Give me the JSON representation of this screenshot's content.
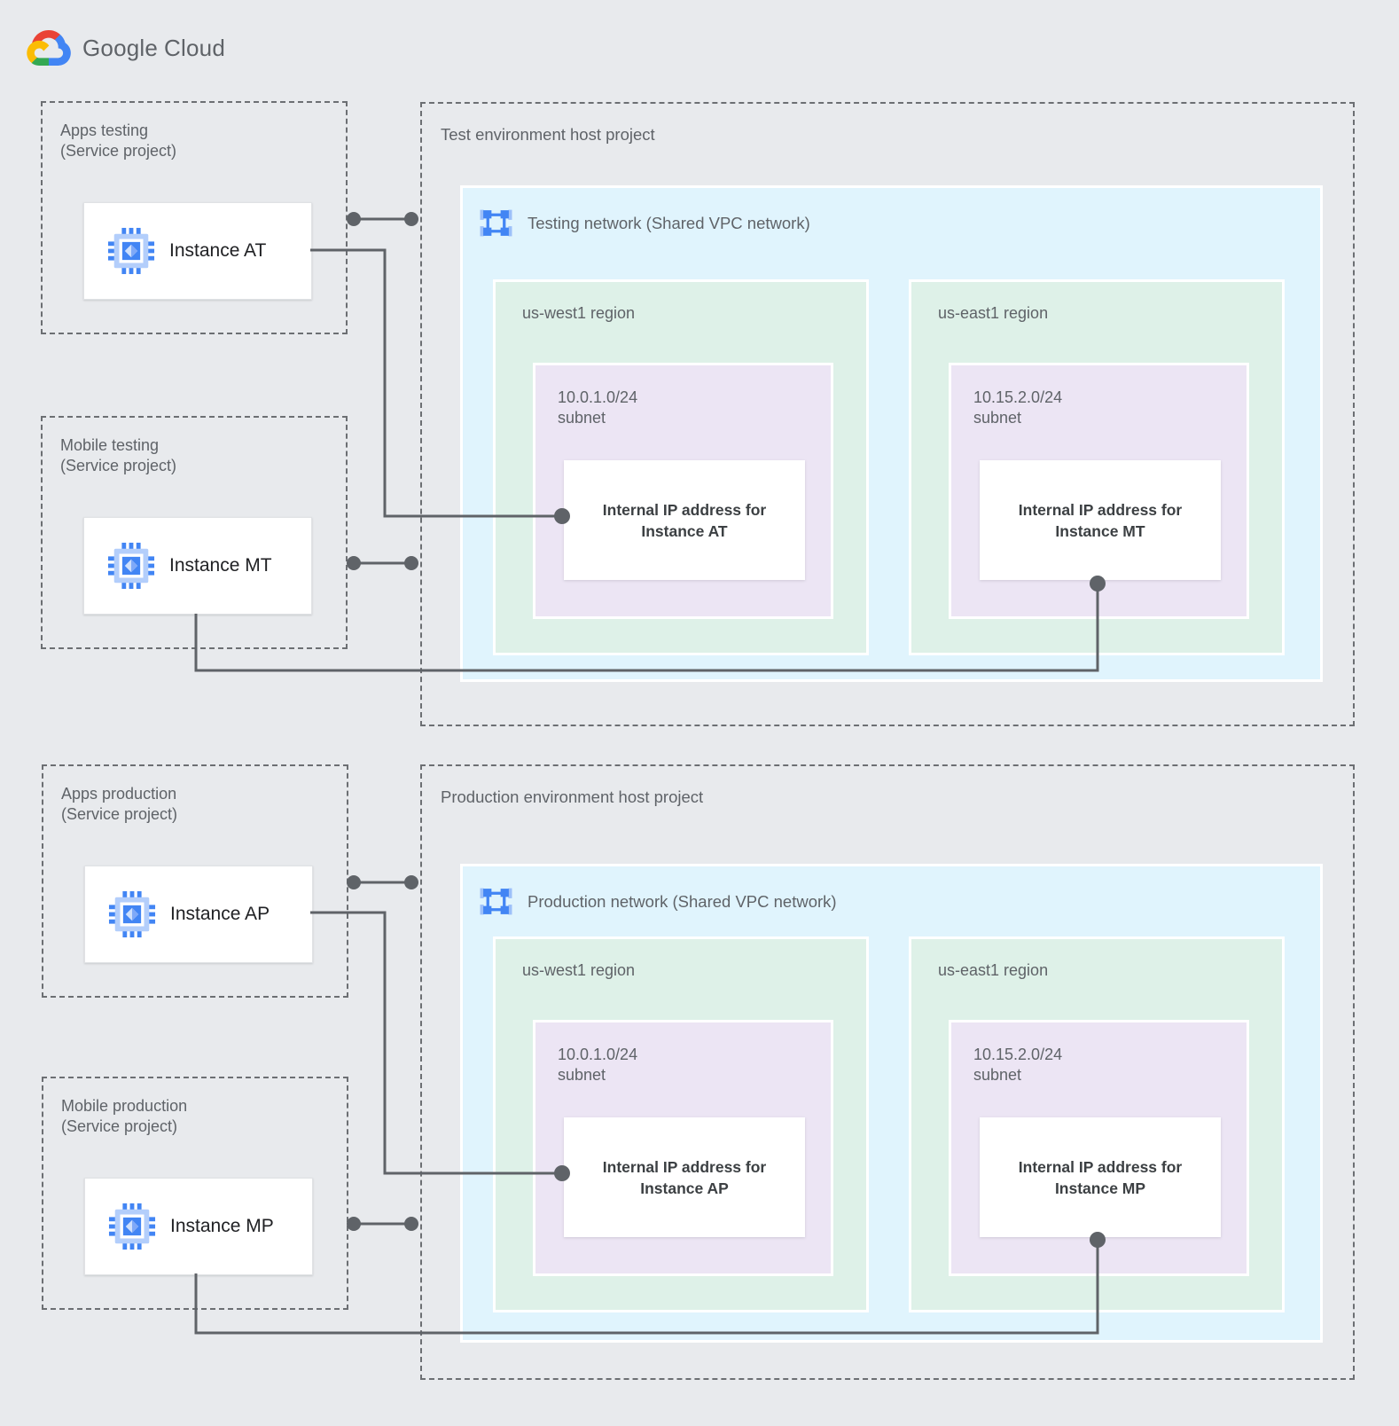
{
  "logo": {
    "google": "Google",
    "cloud": "Cloud",
    "icon": "google-cloud-logo"
  },
  "colors": {
    "canvas": "#e8eaed",
    "network": "#e0f4fd",
    "region": "#def1e8",
    "subnet": "#ece5f4",
    "connector": "#5f6368",
    "dash": "#6c6f73",
    "label": "#5f6368",
    "instance_text": "#202124",
    "ip_text": "#3c4043",
    "brand_blue": "#4285f4",
    "brand_light_blue": "#aecbfa"
  },
  "icons": {
    "instance": "compute-engine-chip-icon",
    "network": "shared-vpc-network-icon",
    "logo": "google-cloud-logo-icon"
  },
  "service_projects": [
    {
      "name": "Apps testing",
      "subtitle": "(Service project)",
      "instance": "Instance AT"
    },
    {
      "name": "Mobile testing",
      "subtitle": "(Service project)",
      "instance": "Instance MT"
    },
    {
      "name": "Apps production",
      "subtitle": "(Service project)",
      "instance": "Instance AP"
    },
    {
      "name": "Mobile production",
      "subtitle": "(Service project)",
      "instance": "Instance MP"
    }
  ],
  "host_projects": [
    {
      "title": "Test environment host project",
      "network_label": "Testing network (Shared VPC network)",
      "regions": [
        {
          "name": "us-west1 region",
          "cidr": "10.0.1.0/24",
          "subnet_word": "subnet",
          "ip_line1": "Internal IP address for",
          "ip_line2": "Instance AT"
        },
        {
          "name": "us-east1 region",
          "cidr": "10.15.2.0/24",
          "subnet_word": "subnet",
          "ip_line1": "Internal IP address for",
          "ip_line2": "Instance MT"
        }
      ]
    },
    {
      "title": "Production environment host project",
      "network_label": "Production network (Shared VPC network)",
      "regions": [
        {
          "name": "us-west1 region",
          "cidr": "10.0.1.0/24",
          "subnet_word": "subnet",
          "ip_line1": "Internal IP address for",
          "ip_line2": "Instance AP"
        },
        {
          "name": "us-east1 region",
          "cidr": "10.15.2.0/24",
          "subnet_word": "subnet",
          "ip_line1": "Internal IP address for",
          "ip_line2": "Instance MP"
        }
      ]
    }
  ]
}
